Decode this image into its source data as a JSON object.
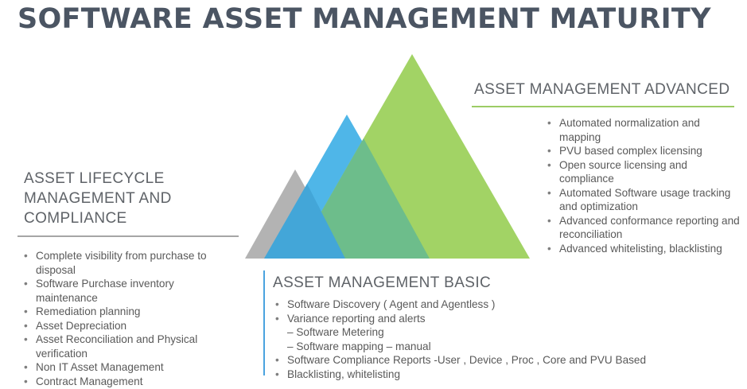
{
  "title": "SOFTWARE ASSET MANAGEMENT MATURITY",
  "colors": {
    "grey_pyramid": "#b3b3b3",
    "blue_pyramid": "#4fb6e8",
    "green_pyramid": "#a2d365",
    "overlap_blue_green": "#6dbd8b",
    "overlap_grey_blue": "#43a6d8",
    "rule_green": "#9ccc65",
    "rule_grey": "#a6a6a6",
    "rule_blue": "#4aa3df"
  },
  "advanced": {
    "heading": "ASSET MANAGEMENT ADVANCED",
    "items": [
      "Automated normalization and mapping",
      "PVU based complex licensing",
      "Open source licensing and compliance",
      "Automated Software usage tracking and optimization",
      "Advanced conformance reporting and reconciliation",
      "Advanced whitelisting, blacklisting"
    ]
  },
  "lifecycle": {
    "heading": "ASSET LIFECYCLE MANAGEMENT AND COMPLIANCE",
    "items": [
      "Complete visibility from purchase to disposal",
      "Software Purchase inventory maintenance",
      "Remediation planning",
      "Asset Depreciation",
      "Asset Reconciliation and Physical verification",
      "Non IT Asset Management",
      "Contract Management"
    ]
  },
  "basic": {
    "heading": "ASSET MANAGEMENT BASIC",
    "items": [
      "Software Discovery  ( Agent and Agentless )",
      "Variance reporting and alerts",
      "– Software Metering",
      "– Software mapping – manual",
      "Software Compliance Reports  -User , Device , Proc , Core and PVU Based",
      "Blacklisting, whitelisting"
    ]
  }
}
